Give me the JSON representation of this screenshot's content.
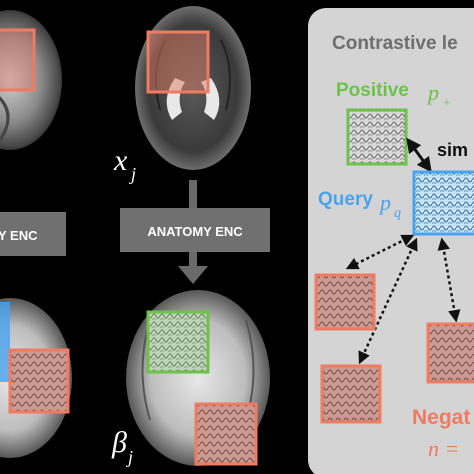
{
  "colors": {
    "background": "#000000",
    "panel": "#d4d4d4",
    "positive": "#6cc24a",
    "query": "#4aa3f0",
    "negative": "#f07b63",
    "enc_box": "#707070"
  },
  "left_column": {
    "encoder_label": "Y ENC"
  },
  "middle_column": {
    "input_var_main": "x",
    "input_var_sub": "j",
    "encoder_label": "ANATOMY ENC",
    "output_var_main": "β",
    "output_var_sub": "j"
  },
  "panel": {
    "title": "Contrastive le",
    "positive_label": "Positive",
    "positive_var": "p",
    "positive_sub": "+",
    "query_label": "Query",
    "query_var": "p",
    "query_sub": "q",
    "sim_label": "sim",
    "negative_label": "Negat",
    "n_label": "n ="
  }
}
